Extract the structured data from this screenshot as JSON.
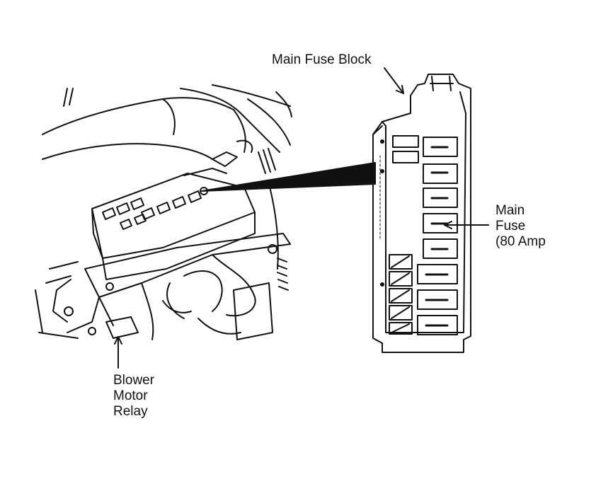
{
  "labels": {
    "main_fuse_block": "Main Fuse Block",
    "main_fuse": [
      "Main",
      "Fuse",
      "(80 Amp"
    ],
    "blower_motor_relay": [
      "Blower",
      "Motor",
      "Relay"
    ]
  },
  "colors": {
    "ink": "#111111",
    "paper": "#ffffff"
  }
}
